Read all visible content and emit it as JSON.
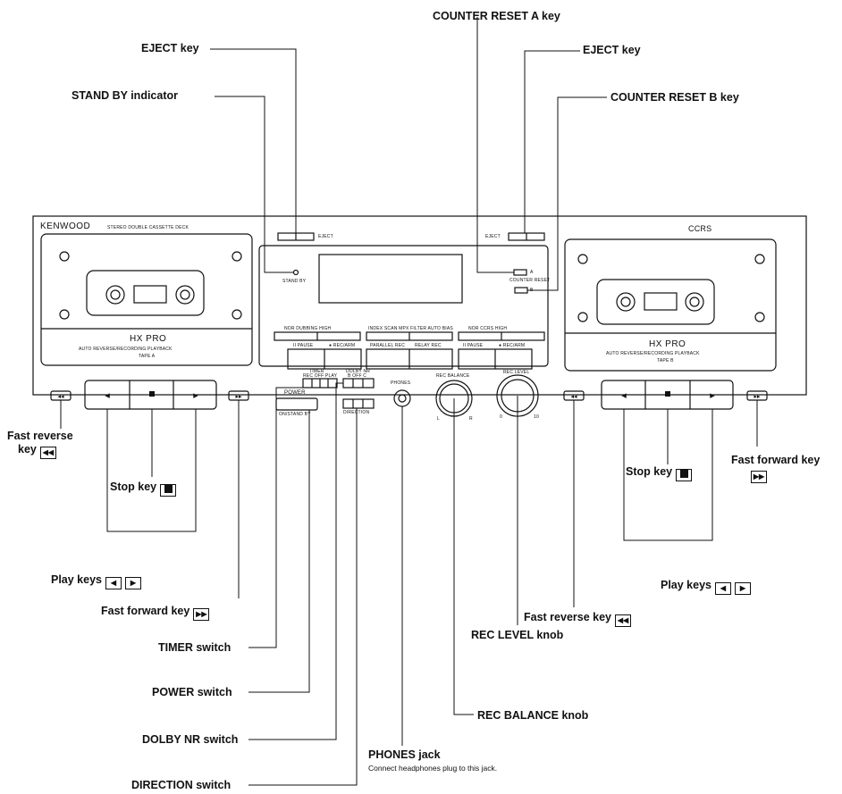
{
  "callouts": {
    "counter_reset_a": "COUNTER RESET A key",
    "eject_left": "EJECT key",
    "eject_right": "EJECT key",
    "counter_reset_b": "COUNTER RESET B key",
    "standby_indicator": "STAND BY indicator",
    "fast_reverse_left": "Fast reverse",
    "fast_reverse_left_2": "key",
    "stop_left": "Stop key",
    "play_left": "Play keys",
    "fast_forward_left": "Fast forward key",
    "timer_switch": "TIMER switch",
    "power_switch": "POWER switch",
    "dolby_switch": "DOLBY NR switch",
    "direction_switch": "DIRECTION switch",
    "phones_jack": "PHONES jack",
    "phones_note": "Connect headphones plug to this jack.",
    "rec_balance": "REC BALANCE knob",
    "rec_level": "REC LEVEL knob",
    "fast_reverse_right": "Fast reverse key",
    "play_right": "Play keys",
    "stop_right": "Stop key",
    "fast_forward_right": "Fast forward key"
  },
  "device": {
    "brand": "KENWOOD",
    "model_text": "STEREO DOUBLE CASSETTE DECK",
    "ccrs": "CCRS",
    "eject": "EJECT",
    "standby": "STAND BY",
    "counter_reset": "COUNTER RESET",
    "a": "A",
    "b": "B",
    "hx_pro": "HX PRO",
    "auto_reverse": "AUTO REVERSE/RECORDING PLAYBACK",
    "tape_a": "TAPE  A",
    "tape_b": "TAPE  B",
    "dubbing": "NOR   DUBBING   HIGH",
    "index_scan": "INDEX SCAN  MPX FILTER  AUTO BIAS",
    "ccrs_row": "NOR    CCRS    HIGH",
    "pause_a": "II PAUSE",
    "rec_arm_a": "● REC/ARM",
    "parallel": "PARALLEL REC",
    "relay": "RELAY REC",
    "pause_b": "II PAUSE",
    "rec_arm_b": "● REC/ARM",
    "timer": "TIMER",
    "timer_modes": "REC OFF PLAY",
    "power": "POWER",
    "onstandby": "ON/STAND BY",
    "dolby": "DOLBY NR",
    "dolby_modes": "B OFF C",
    "direction": "DIRECTION",
    "phones": "PHONES",
    "rec_balance": "REC BALANCE",
    "rec_level": "REC LEVEL",
    "bal_l": "L",
    "bal_r": "R",
    "lvl_min": "0",
    "lvl_max": "10"
  }
}
